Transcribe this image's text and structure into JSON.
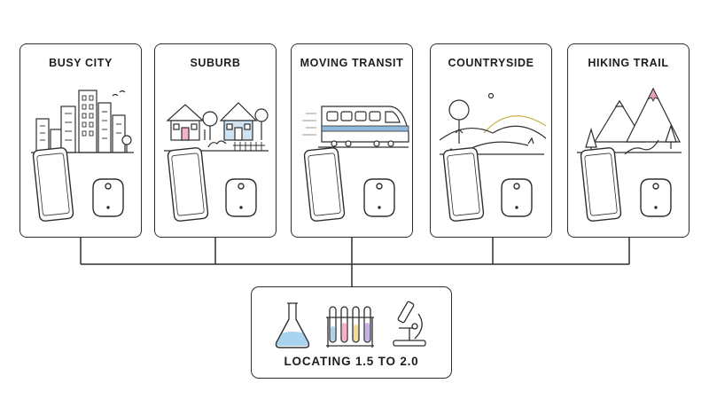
{
  "cards": [
    {
      "title": "BUSY CITY",
      "scene_icon": "city-skyline-icon"
    },
    {
      "title": "SUBURB",
      "scene_icon": "houses-icon"
    },
    {
      "title": "MOVING TRANSIT",
      "scene_icon": "train-icon"
    },
    {
      "title": "COUNTRYSIDE",
      "scene_icon": "hills-icon"
    },
    {
      "title": "HIKING TRAIL",
      "scene_icon": "mountains-icon"
    }
  ],
  "devices": [
    "smartphone-icon",
    "tracker-tag-icon"
  ],
  "result": {
    "label": "LOCATING 1.5 TO 2.0",
    "icons": [
      "flask-icon",
      "test-tubes-icon",
      "microscope-icon"
    ]
  },
  "colors": {
    "stroke": "#2e2e2e",
    "liquid_blue": "#a9d3ee",
    "tube_pink": "#f3b3c8",
    "tube_yellow": "#f5dd8a",
    "tube_purple": "#c7b2e6",
    "roof_red": "#d9614f",
    "train_blue": "#8fb8da",
    "hill_yellow": "#e8d77a",
    "peak_pink": "#e8a2b4"
  }
}
